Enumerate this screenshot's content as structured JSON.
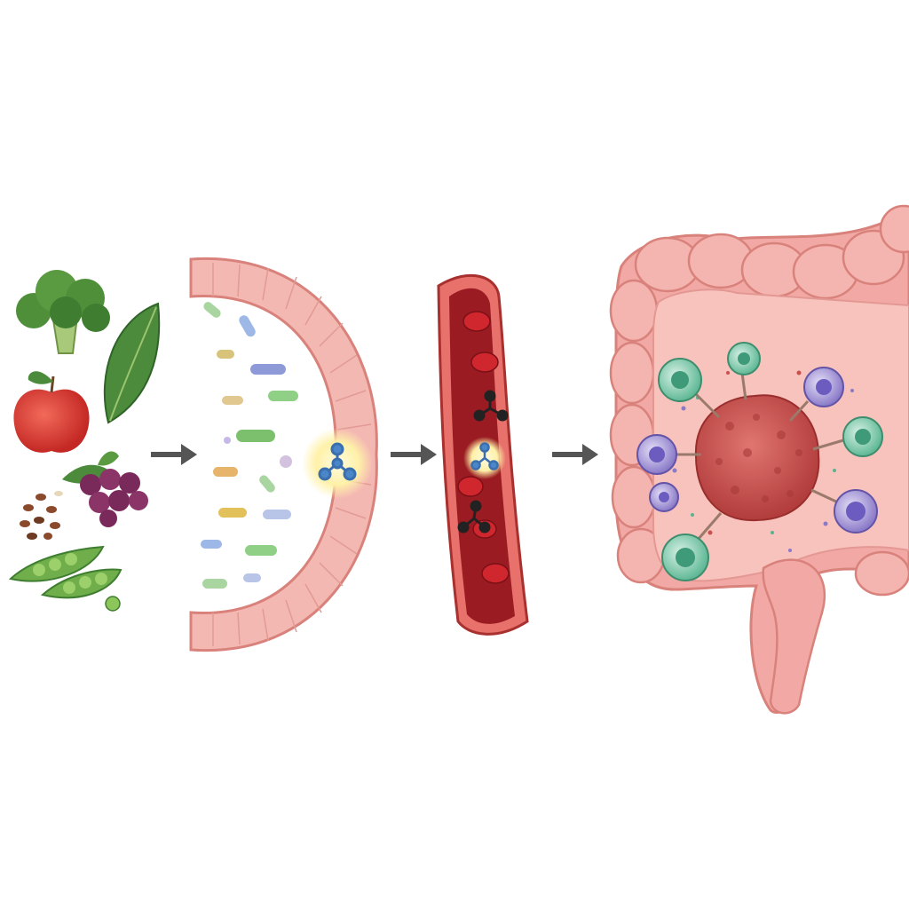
{
  "diagram": {
    "stages": [
      {
        "id": "diet",
        "icon": "plant-foods-icon"
      },
      {
        "id": "gut",
        "icon": "gut-microbiome-icon"
      },
      {
        "id": "blood",
        "icon": "blood-vessel-icon"
      },
      {
        "id": "colon",
        "icon": "colon-tumor-icon"
      }
    ],
    "flow_arrows": 3,
    "colors": {
      "arrow": "#555555",
      "tissue": "#f2a9a5",
      "tissue_dark": "#d97a76",
      "blood": "#b8222a",
      "tumor": "#c9504e",
      "immune_green": "#58b391",
      "immune_purple": "#8a7ac8",
      "metabolite": "#4a86c8",
      "glow": "#fff1a8"
    }
  }
}
